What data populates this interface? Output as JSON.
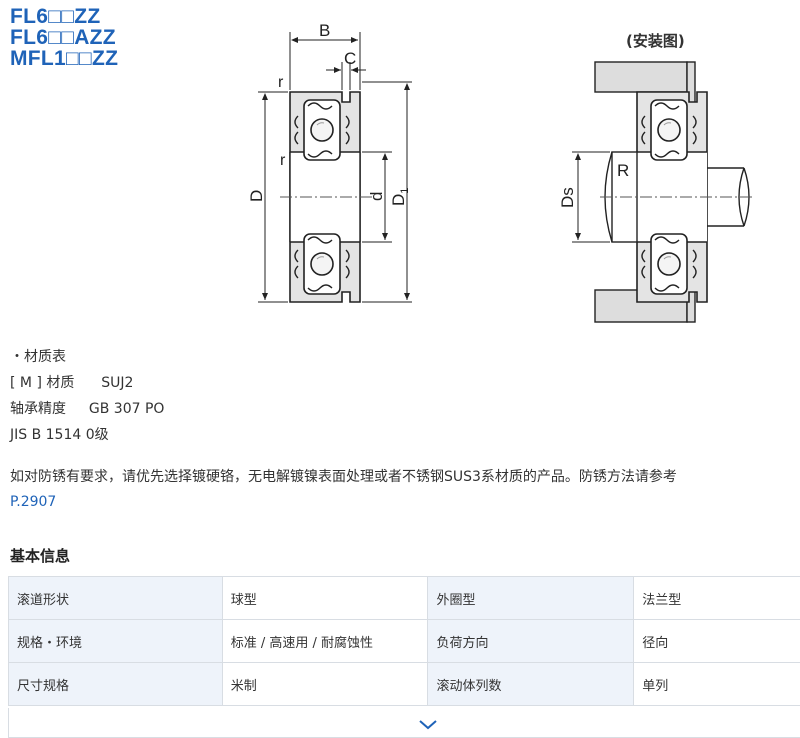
{
  "models": [
    "FL6□□ZZ",
    "FL6□□AZZ",
    "MFL1□□ZZ"
  ],
  "drawing": {
    "labels": {
      "B": "B",
      "C": "C",
      "r_top": "r",
      "r_mid": "r",
      "D": "D",
      "d": "d",
      "D1_main": "D",
      "D1_sub": "1",
      "install_title": "(安装图)",
      "R": "R",
      "Ds": "Ds"
    }
  },
  "material": {
    "heading": "・材质表",
    "m_label": "[ M ] 材质",
    "m_value": "SUJ2",
    "precision_label": "轴承精度",
    "precision_value": "GB 307 PO",
    "jis": "JIS B 1514 0级"
  },
  "note": {
    "text": "如对防锈有要求，请优先选择镀硬铬，无电解镀镍表面处理或者不锈钢SUS3系材质的产品。防锈方法请参考",
    "link": "P.2907"
  },
  "basic_info": {
    "title": "基本信息",
    "rows": [
      [
        "滚道形状",
        "球型",
        "外圈型",
        "法兰型"
      ],
      [
        "规格・环境",
        "标准 / 高速用 / 耐腐蚀性",
        "负荷方向",
        "径向"
      ],
      [
        "尺寸规格",
        "米制",
        "滚动体列数",
        "单列"
      ]
    ]
  },
  "colors": {
    "accent": "#1f63b8",
    "key_cell": "#eef3fa",
    "border": "#d8dde3"
  }
}
